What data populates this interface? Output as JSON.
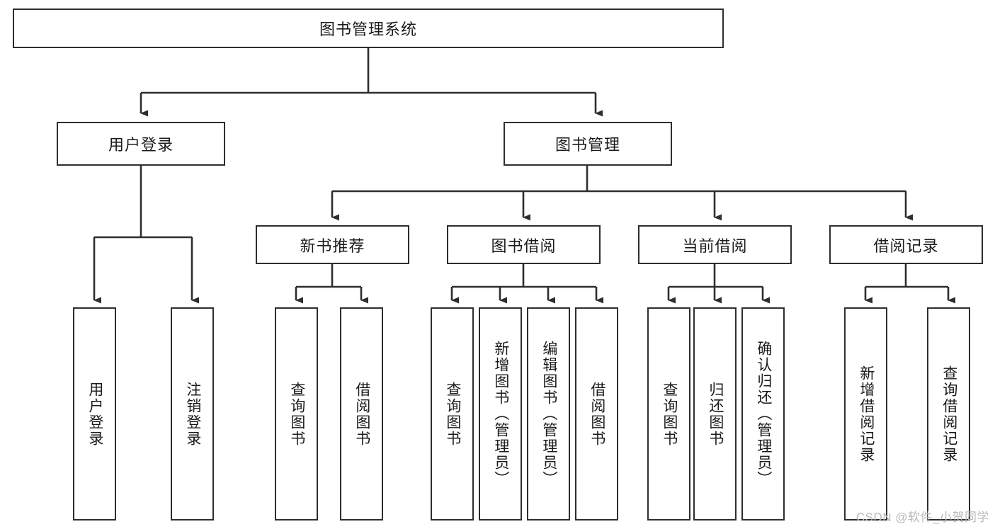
{
  "diagram": {
    "title": "图书管理系统",
    "type": "hierarchy-tree",
    "watermark": "CSDN @软件_小贺同学",
    "colors": {
      "stroke": "#2e2e2e",
      "fill": "#ffffff",
      "text": "#1b1b1b",
      "watermark": "#b9b9b9"
    },
    "root": {
      "label": "图书管理系统"
    },
    "level2": [
      {
        "key": "user-login",
        "label": "用户登录"
      },
      {
        "key": "book-manage",
        "label": "图书管理"
      }
    ],
    "level3": [
      {
        "key": "new-book-rec",
        "label": "新书推荐"
      },
      {
        "key": "book-borrow",
        "label": "图书借阅"
      },
      {
        "key": "current-borrow",
        "label": "当前借阅"
      },
      {
        "key": "borrow-record",
        "label": "借阅记录"
      }
    ],
    "leaves": {
      "user_login": [
        {
          "key": "user-login-leaf",
          "label": "用户登录"
        },
        {
          "key": "logout-leaf",
          "label": "注销登录"
        }
      ],
      "new_book_rec": [
        {
          "key": "query-book-a",
          "label": "查询图书"
        },
        {
          "key": "borrow-book-a",
          "label": "借阅图书"
        }
      ],
      "book_borrow": [
        {
          "key": "query-book-b",
          "label": "查询图书"
        },
        {
          "key": "add-book",
          "label": "新增图书（管理员）"
        },
        {
          "key": "edit-book",
          "label": "编辑图书（管理员）"
        },
        {
          "key": "borrow-book-b",
          "label": "借阅图书"
        }
      ],
      "current_borrow": [
        {
          "key": "query-book-c",
          "label": "查询图书"
        },
        {
          "key": "return-book",
          "label": "归还图书"
        },
        {
          "key": "confirm-return",
          "label": "确认归还（管理员）"
        }
      ],
      "borrow_record": [
        {
          "key": "add-borrow-record",
          "label": "新增借阅记录"
        },
        {
          "key": "query-borrow-record",
          "label": "查询借阅记录"
        }
      ]
    }
  }
}
